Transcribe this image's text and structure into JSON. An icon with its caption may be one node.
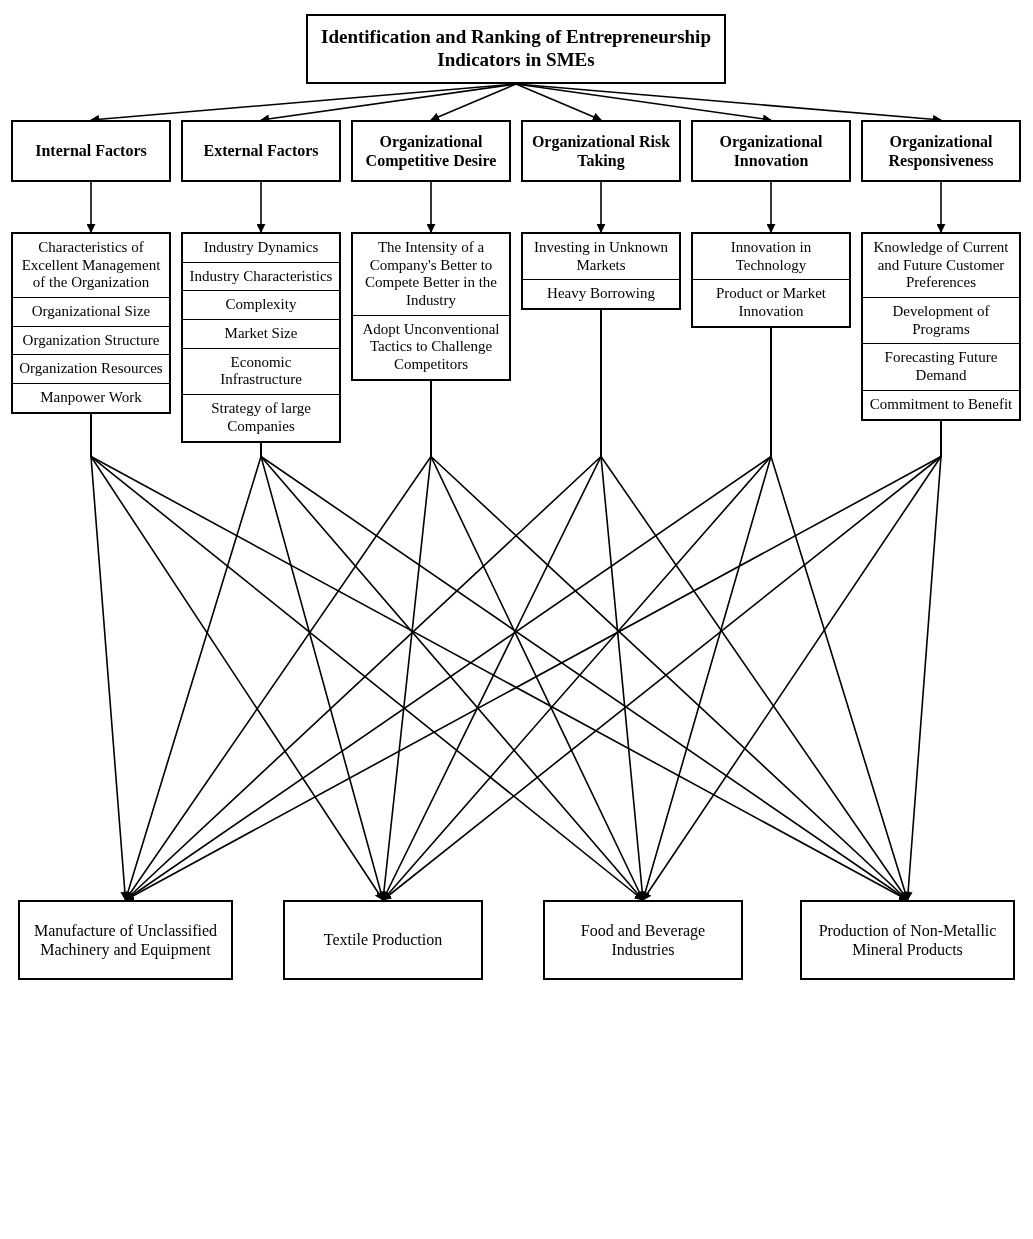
{
  "diagram": {
    "nodes": [
      {
        "text": [
          "Identification and Ranking of Entrepreneurship Indicators in SMEs"
        ]
      },
      {
        "text": [
          "Internal Factors"
        ]
      },
      {
        "text": [
          "External Factors"
        ]
      },
      {
        "text": [
          "Organizational Competitive Desire"
        ]
      },
      {
        "text": [
          "Organizational Risk Taking"
        ]
      },
      {
        "text": [
          "Organizational Innovation"
        ]
      },
      {
        "text": [
          "Organizational Responsiveness"
        ]
      },
      {
        "text": [],
        "shape": "box"
      },
      {
        "text": [
          "Characteristics of Excellent Management of the Organization"
        ],
        "in": 7
      },
      {
        "text": [
          "Organizational Size"
        ],
        "in": 7
      },
      {
        "text": [
          "Organization Structure"
        ],
        "in": 7
      },
      {
        "text": [
          "Organization Resources"
        ],
        "in": 7
      },
      {
        "text": [
          "Manpower Work"
        ],
        "in": 7
      },
      {
        "text": [],
        "shape": "box"
      },
      {
        "text": [
          "Industry Dynamics"
        ],
        "in": 13
      },
      {
        "text": [
          "Industry Characteristics"
        ],
        "in": 13
      },
      {
        "text": [
          "Complexity"
        ],
        "in": 13
      },
      {
        "text": [
          "Market Size"
        ],
        "in": 13
      },
      {
        "text": [
          "Economic Infrastructure"
        ],
        "in": 13
      },
      {
        "text": [
          "Strategy of large Companies"
        ],
        "in": 13
      },
      {
        "text": [],
        "shape": "box"
      },
      {
        "text": [
          "The Intensity of a Company's Better to Compete Better in the Industry"
        ],
        "in": 20
      },
      {
        "text": [
          "Adopt Unconventional Tactics to Challenge Competitors"
        ],
        "in": 20
      },
      {
        "text": [],
        "shape": "box"
      },
      {
        "text": [
          "Investing in Unknown Markets"
        ],
        "in": 23
      },
      {
        "text": [
          "Heavy Borrowing"
        ],
        "in": 23
      },
      {
        "text": [],
        "shape": "box"
      },
      {
        "text": [
          "Innovation in Technology"
        ],
        "in": 26
      },
      {
        "text": [
          "Product or Market Innovation"
        ],
        "in": 26
      },
      {
        "text": [],
        "shape": "box"
      },
      {
        "text": [
          "Knowledge of Current and Future Customer Preferences"
        ],
        "in": 29
      },
      {
        "text": [
          "Development of Programs"
        ],
        "in": 29
      },
      {
        "text": [
          "Forecasting Future Demand"
        ],
        "in": 29
      },
      {
        "text": [
          "Commitment to Benefit"
        ],
        "in": 29
      },
      {
        "text": [
          "Manufacture of Unclassified Machinery and Equipment"
        ]
      },
      {
        "text": [
          "Textile Production"
        ]
      },
      {
        "text": [
          "Food and Beverage Industries"
        ]
      },
      {
        "text": [
          "Production of Non-Metallic Mineral Products"
        ]
      }
    ],
    "edges": [
      {
        "from": 0,
        "to": 1,
        "arrow": "to"
      },
      {
        "from": 0,
        "to": 2,
        "arrow": "to"
      },
      {
        "from": 0,
        "to": 3,
        "arrow": "to"
      },
      {
        "from": 0,
        "to": 4,
        "arrow": "to"
      },
      {
        "from": 0,
        "to": 5,
        "arrow": "to"
      },
      {
        "from": 0,
        "to": 6,
        "arrow": "to"
      },
      {
        "from": 1,
        "to": 7,
        "arrow": "to"
      },
      {
        "from": 2,
        "to": 13,
        "arrow": "to"
      },
      {
        "from": 3,
        "to": 20,
        "arrow": "to"
      },
      {
        "from": 4,
        "to": 23,
        "arrow": "to"
      },
      {
        "from": 5,
        "to": 26,
        "arrow": "to"
      },
      {
        "from": 6,
        "to": 29,
        "arrow": "to"
      },
      {
        "from": 7,
        "to": 34,
        "arrow": "to"
      },
      {
        "from": 7,
        "to": 35,
        "arrow": "to"
      },
      {
        "from": 7,
        "to": 36,
        "arrow": "to"
      },
      {
        "from": 7,
        "to": 37,
        "arrow": "to"
      },
      {
        "from": 13,
        "to": 34,
        "arrow": "to"
      },
      {
        "from": 13,
        "to": 35,
        "arrow": "to"
      },
      {
        "from": 13,
        "to": 36,
        "arrow": "to"
      },
      {
        "from": 13,
        "to": 37,
        "arrow": "to"
      },
      {
        "from": 20,
        "to": 34,
        "arrow": "to"
      },
      {
        "from": 20,
        "to": 35,
        "arrow": "to"
      },
      {
        "from": 20,
        "to": 36,
        "arrow": "to"
      },
      {
        "from": 20,
        "to": 37,
        "arrow": "to"
      },
      {
        "from": 23,
        "to": 34,
        "arrow": "to"
      },
      {
        "from": 23,
        "to": 35,
        "arrow": "to"
      },
      {
        "from": 23,
        "to": 36,
        "arrow": "to"
      },
      {
        "from": 23,
        "to": 37,
        "arrow": "to"
      },
      {
        "from": 26,
        "to": 34,
        "arrow": "to"
      },
      {
        "from": 26,
        "to": 35,
        "arrow": "to"
      },
      {
        "from": 26,
        "to": 36,
        "arrow": "to"
      },
      {
        "from": 26,
        "to": 37,
        "arrow": "to"
      },
      {
        "from": 29,
        "to": 34,
        "arrow": "to"
      },
      {
        "from": 29,
        "to": 35,
        "arrow": "to"
      },
      {
        "from": 29,
        "to": 36,
        "arrow": "to"
      },
      {
        "from": 29,
        "to": 37,
        "arrow": "to"
      }
    ]
  }
}
